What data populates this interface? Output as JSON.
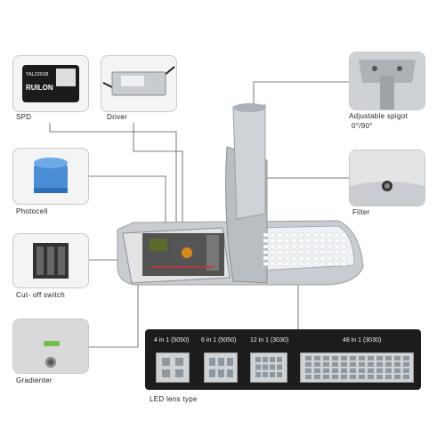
{
  "components": {
    "spd": {
      "label": "SPD",
      "device_brand": "RUILON",
      "device_code": "TAL2201B"
    },
    "driver": {
      "label": "Driver"
    },
    "photocell": {
      "label": "Photocell"
    },
    "cutoff": {
      "label": "Cut- off  switch"
    },
    "gradienter": {
      "label": "Gradienter"
    },
    "spigot": {
      "label": "Adjustable  spigot",
      "angles": "0°/90°"
    },
    "filter": {
      "label": "Filter"
    }
  },
  "lens_panel": {
    "caption": "LED  lens  type",
    "types": [
      {
        "title": "4 in 1 (5050)"
      },
      {
        "title": "6 in 1 (5050)"
      },
      {
        "title": "12 in 1 (3030)"
      },
      {
        "title": "48 in 1 (3030)"
      }
    ]
  }
}
